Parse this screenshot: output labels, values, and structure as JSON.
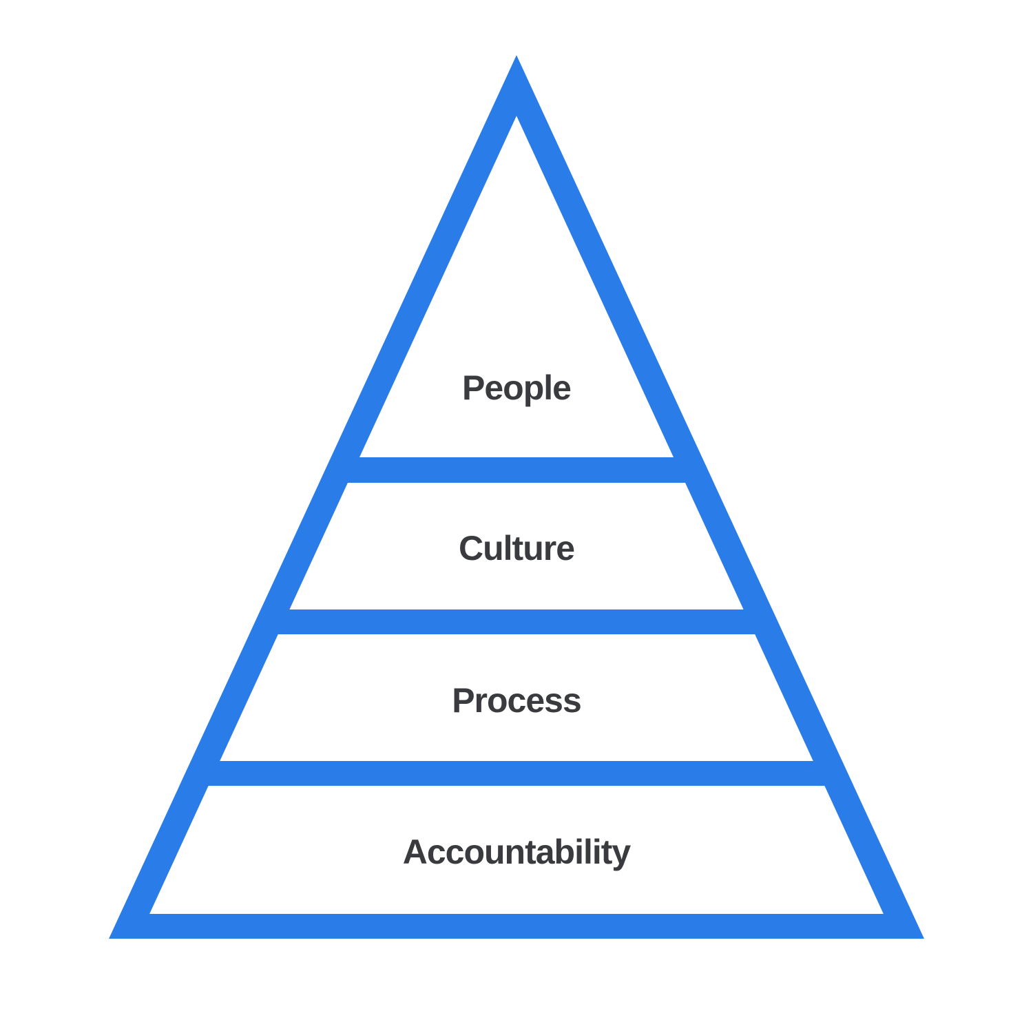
{
  "colors": {
    "outline": "#2a7de8",
    "text": "#3a3b3f",
    "background": "#ffffff"
  },
  "pyramid": {
    "tiers": [
      {
        "label": "People"
      },
      {
        "label": "Culture"
      },
      {
        "label": "Process"
      },
      {
        "label": "Accountability"
      }
    ]
  }
}
